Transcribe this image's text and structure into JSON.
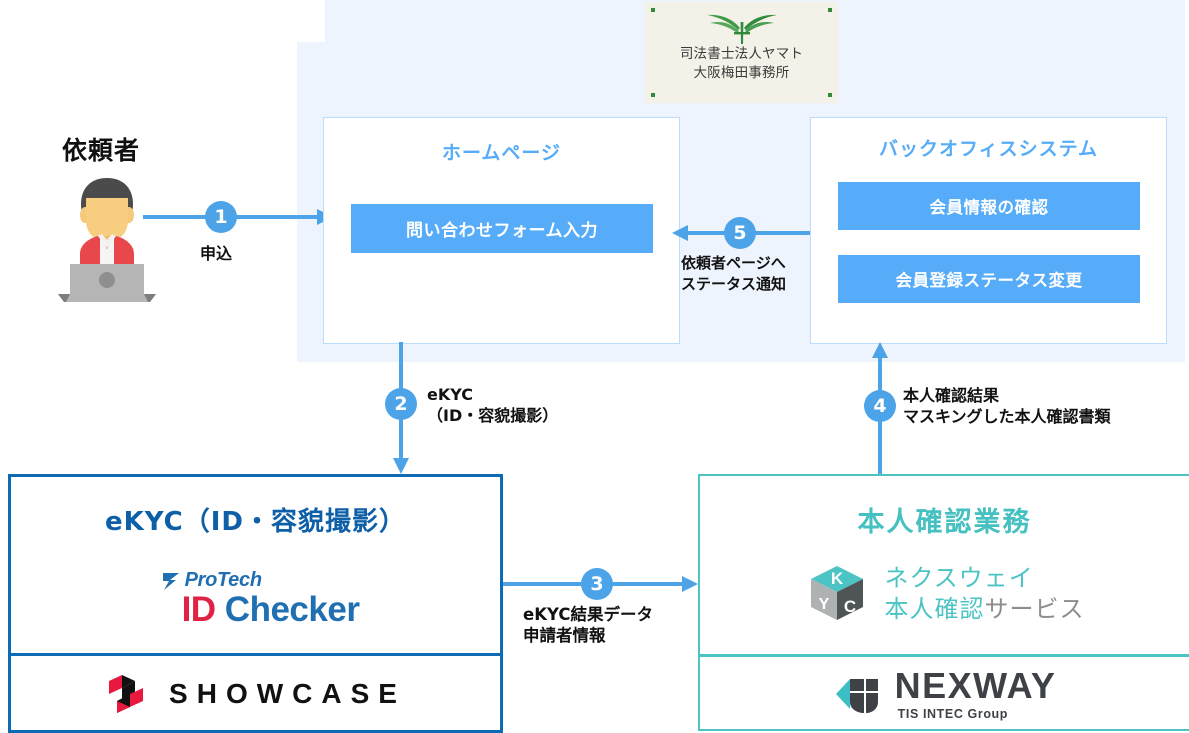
{
  "colors": {
    "backdrop": "#eef4fd",
    "accent_blue": "#56acf8",
    "arrow_blue": "#4da3e8",
    "ekyc_border": "#0d6ab4",
    "kakunin_border": "#4cc4c4",
    "protech_blue": "#1f6fb2",
    "protech_red": "#e02345",
    "showcase_red": "#e8183f",
    "nexway_dark": "#3e4247",
    "firm_green": "#2e8b3a"
  },
  "firm_logo": {
    "icon": "wings-icon",
    "line1": "司法書士法人ヤマト",
    "line2": "大阪梅田事務所"
  },
  "actor": {
    "label": "依頼者",
    "icon": "person-at-laptop-icon"
  },
  "homepage": {
    "title": "ホームページ",
    "items": [
      {
        "label": "問い合わせフォーム入力"
      }
    ]
  },
  "backoffice": {
    "title": "バックオフィスシステム",
    "items": [
      {
        "label": "会員情報の確認"
      },
      {
        "label": "会員登録ステータス変更"
      }
    ]
  },
  "ekyc_panel": {
    "title": "eKYC（ID・容貌撮影）",
    "product_logo": {
      "mark": "protech-mark-icon",
      "brand": "ProTech",
      "name_part1": "ID",
      "name_part2": "Checker"
    },
    "vendor_logo": {
      "mark": "showcase-mark-icon",
      "name": "SHOWCASE"
    }
  },
  "kakunin_panel": {
    "title": "本人確認業務",
    "service_logo": {
      "mark": "kyc-cube-icon",
      "line1": "ネクスウェイ",
      "line2_strong": "本人確認",
      "line2_rest": "サービス"
    },
    "vendor_logo": {
      "mark": "nexway-mark-icon",
      "name": "NEXWAY",
      "sub": "TIS INTEC Group"
    }
  },
  "flows": [
    {
      "step": "1",
      "label": "申込"
    },
    {
      "step": "2",
      "label": "eKYC\n（ID・容貌撮影）"
    },
    {
      "step": "3",
      "label": "eKYC結果データ\n申請者情報"
    },
    {
      "step": "4",
      "label": "本人確認結果\nマスキングした本人確認書類"
    },
    {
      "step": "5",
      "label": "依頼者ページへ\nステータス通知"
    }
  ]
}
